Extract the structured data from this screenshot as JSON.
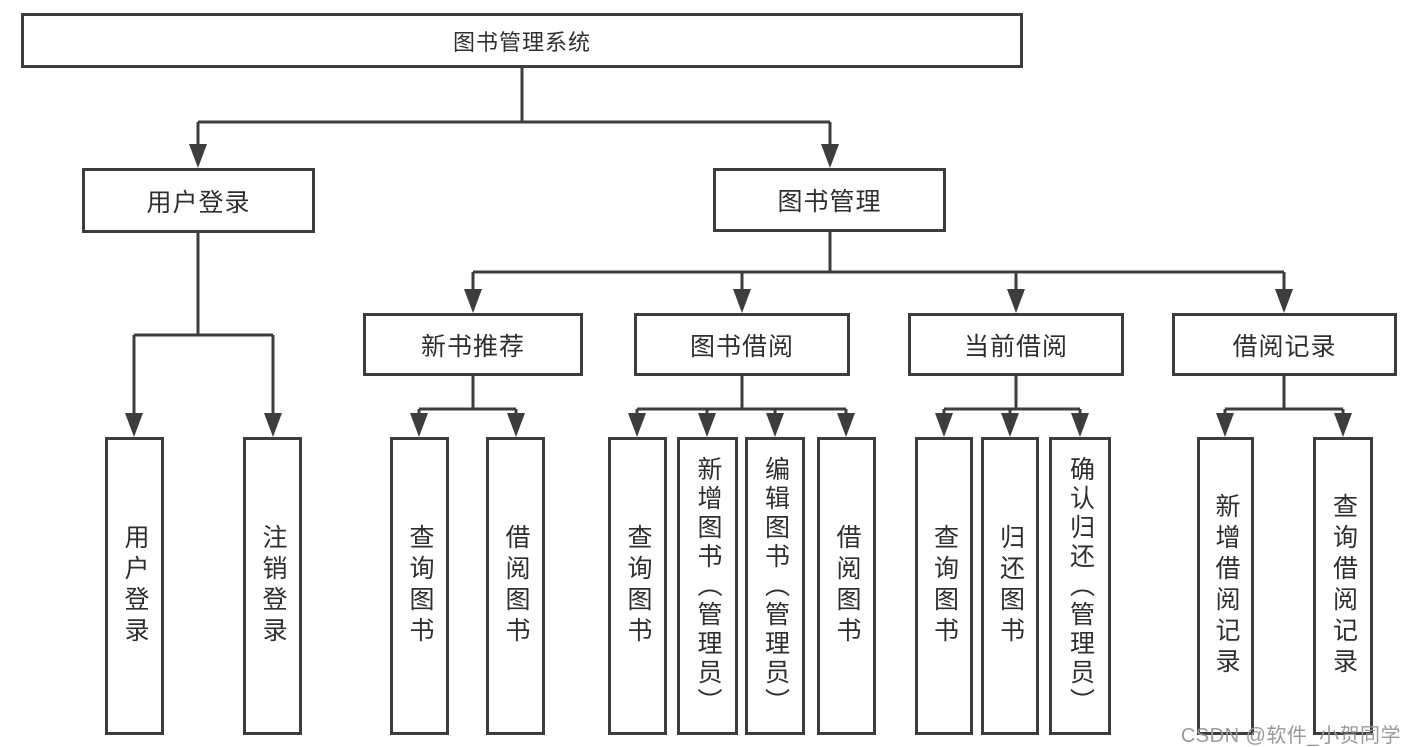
{
  "tree": {
    "root": {
      "label": "图书管理系统",
      "children": [
        {
          "label": "用户登录",
          "children": [
            {
              "label": "用户登录"
            },
            {
              "label": "注销登录"
            }
          ]
        },
        {
          "label": "图书管理",
          "children": [
            {
              "label": "新书推荐",
              "children": [
                {
                  "label": "查询图书"
                },
                {
                  "label": "借阅图书"
                }
              ]
            },
            {
              "label": "图书借阅",
              "children": [
                {
                  "label": "查询图书"
                },
                {
                  "label": "新增图书（管理员）"
                },
                {
                  "label": "编辑图书（管理员）"
                },
                {
                  "label": "借阅图书"
                }
              ]
            },
            {
              "label": "当前借阅",
              "children": [
                {
                  "label": "查询图书"
                },
                {
                  "label": "归还图书"
                },
                {
                  "label": "确认归还（管理员）"
                }
              ]
            },
            {
              "label": "借阅记录",
              "children": [
                {
                  "label": "新增借阅记录"
                },
                {
                  "label": "查询借阅记录"
                }
              ]
            }
          ]
        }
      ]
    }
  },
  "watermark": {
    "text": "CSDN @软件_小贺同学"
  },
  "colors": {
    "line": "#3d3d3d",
    "text": "#2f2f2f",
    "watermark": "#9a9a9a",
    "background": "#ffffff"
  }
}
